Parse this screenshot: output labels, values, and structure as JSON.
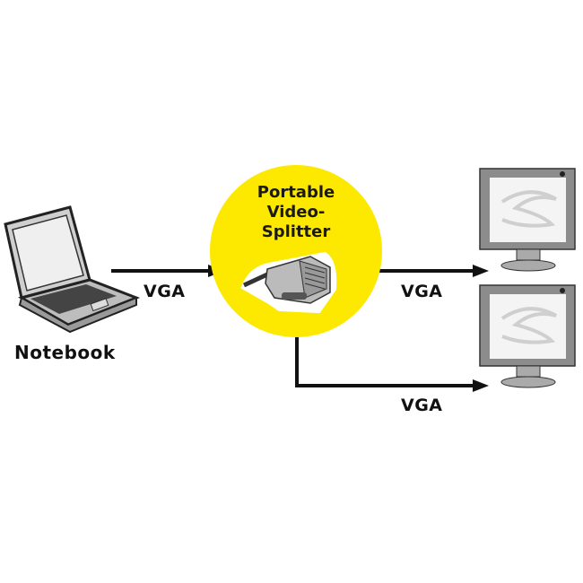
{
  "source": {
    "label": "Notebook",
    "icon": "laptop-icon"
  },
  "hub": {
    "title_line1": "Portable",
    "title_line2": "Video-",
    "title_line3": "Splitter",
    "icon": "splitter-device-icon",
    "color": "#fde800"
  },
  "connections": [
    {
      "label": "VGA",
      "from": "notebook",
      "to": "splitter"
    },
    {
      "label": "VGA",
      "from": "splitter",
      "to": "monitor-1"
    },
    {
      "label": "VGA",
      "from": "splitter",
      "to": "monitor-2"
    }
  ],
  "targets": [
    {
      "icon": "monitor-icon"
    },
    {
      "icon": "monitor-icon"
    }
  ]
}
